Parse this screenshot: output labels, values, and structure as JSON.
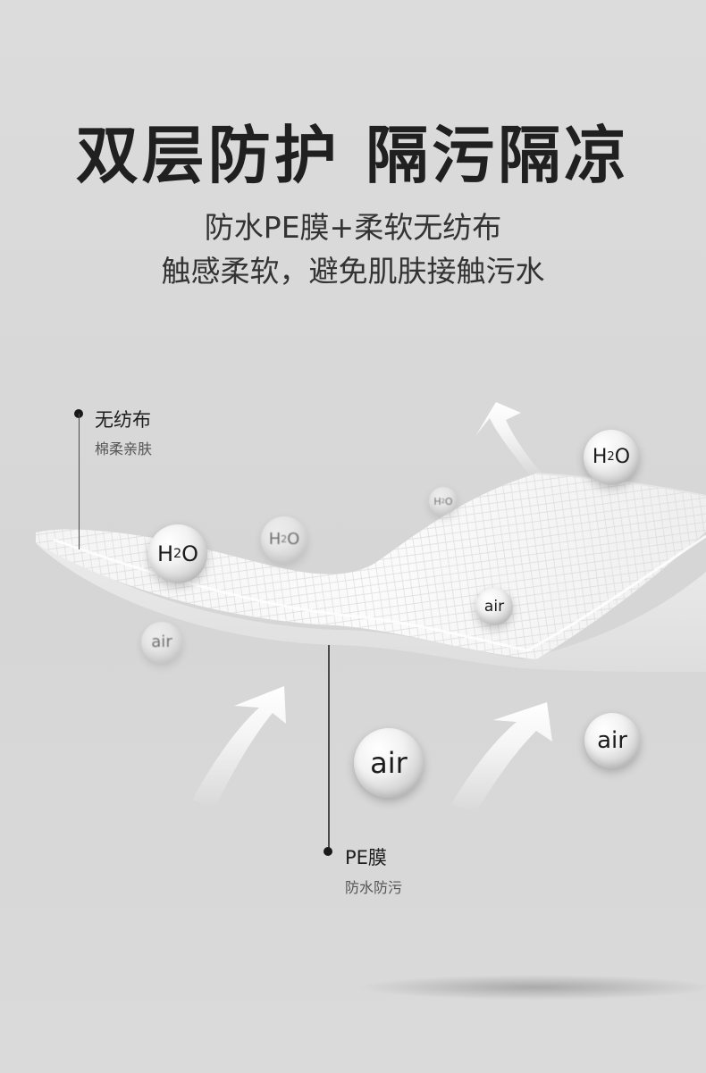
{
  "headline": {
    "title": "双层防护 隔污隔凉",
    "line1": "防水PE膜+柔软无纺布",
    "line2": "触感柔软，避免肌肤接触污水"
  },
  "callouts": {
    "nonwoven": {
      "title": "无纺布",
      "desc": "棉柔亲肤"
    },
    "pe_film": {
      "title": "PE膜",
      "desc": "防水防污"
    }
  },
  "bubbles": {
    "h2o_label": "H",
    "h2o_sub": "2",
    "h2o_tail": "O",
    "air_label": "air"
  },
  "colors": {
    "background": "#d8d8d8",
    "text": "#1f1f1f",
    "sheet": "#f7f7f7"
  }
}
